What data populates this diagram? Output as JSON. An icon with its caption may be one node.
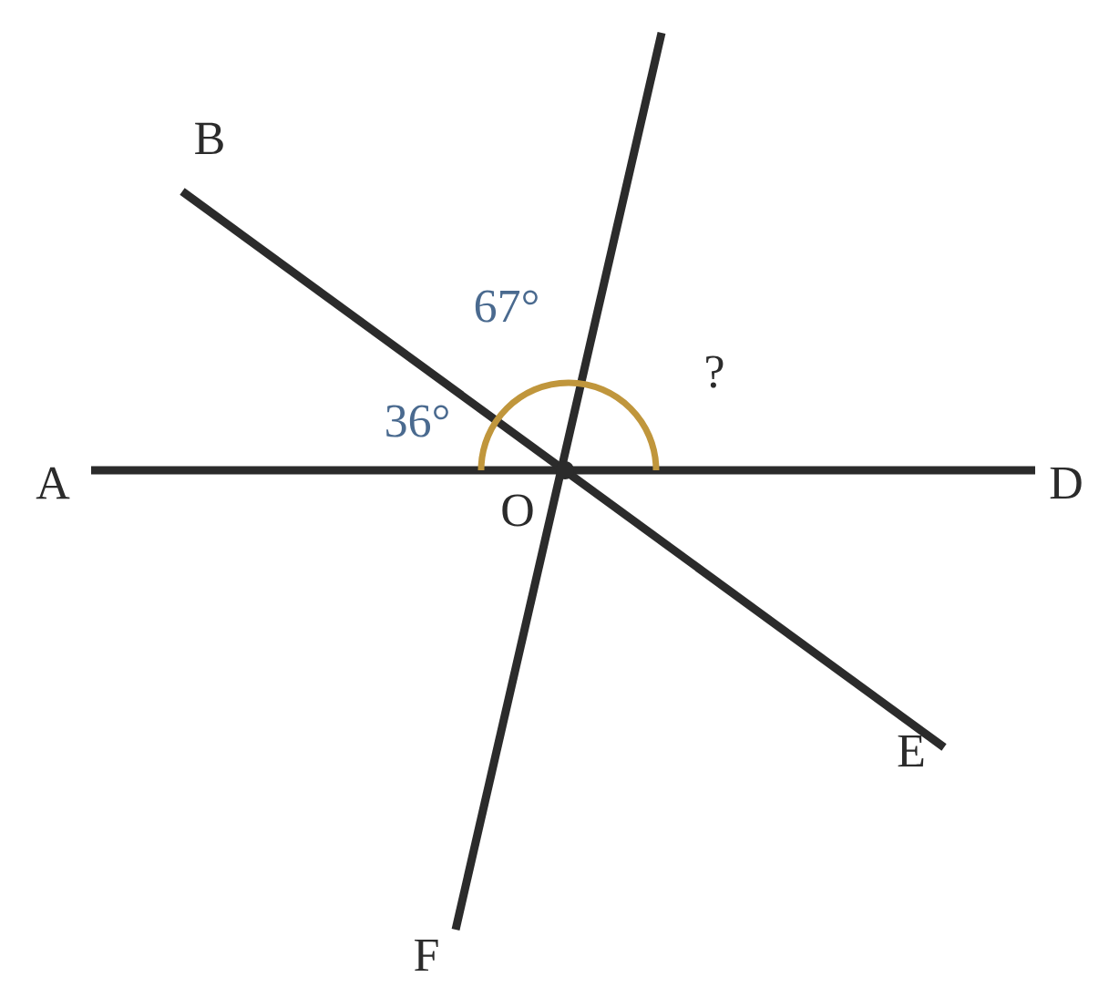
{
  "diagram": {
    "labels": [
      "B",
      "67°",
      "?",
      "36°",
      "A",
      "O",
      "D",
      "E",
      "F"
    ]
  }
}
